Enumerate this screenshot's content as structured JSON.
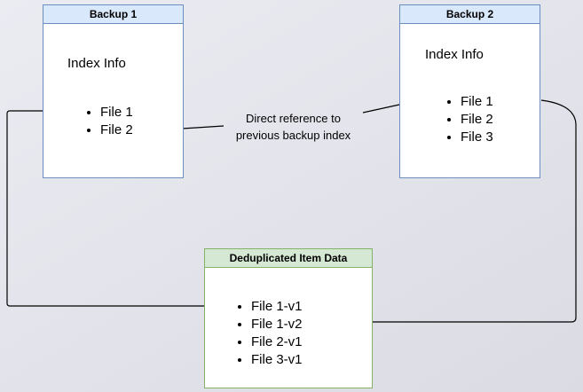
{
  "diagram": {
    "backup1": {
      "title": "Backup 1",
      "subtitle": "Index Info",
      "files": [
        "File 1",
        "File 2"
      ]
    },
    "backup2": {
      "title": "Backup 2",
      "subtitle": "Index Info",
      "files": [
        "File 1",
        "File 2",
        "File 3"
      ]
    },
    "dedup": {
      "title": "Deduplicated Item Data",
      "files": [
        "File 1-v1",
        "File 1-v2",
        "File 2-v1",
        "File 3-v1"
      ]
    },
    "edge_label": {
      "line1": "Direct reference to",
      "line2": "previous backup index"
    }
  },
  "colors": {
    "background_light": "#ebebf2",
    "background_dark": "#dbdbe4",
    "blue_border": "#6c8ebf",
    "blue_header": "#dae8fc",
    "green_border": "#82b366",
    "green_header": "#d5e8d4",
    "box_body": "#ffffff",
    "arrow": "#000000"
  }
}
